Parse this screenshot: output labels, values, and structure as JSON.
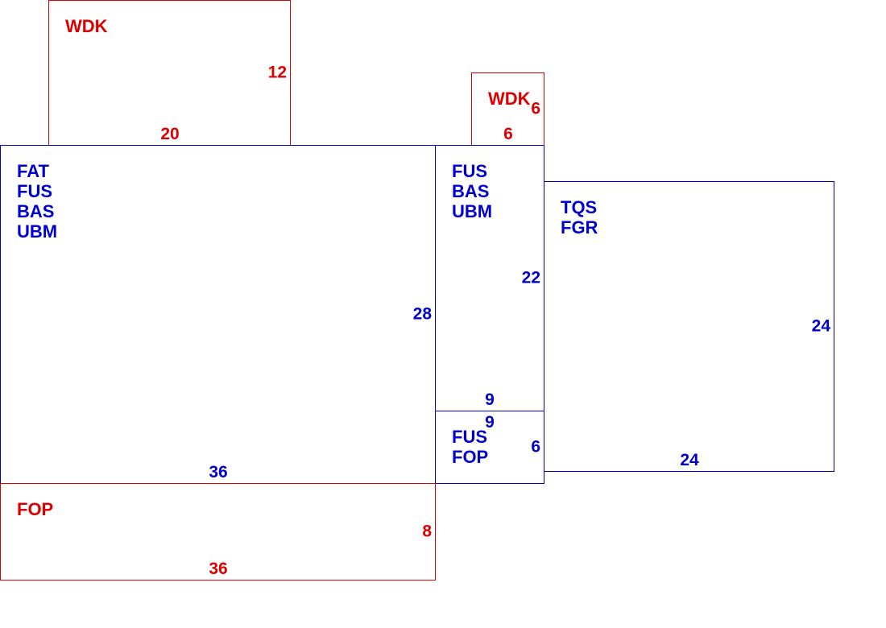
{
  "rooms": {
    "main": {
      "codes": [
        "FAT",
        "FUS",
        "BAS",
        "UBM"
      ],
      "width": "36",
      "height": "28",
      "color": "#0000cc"
    },
    "wdk_large": {
      "codes": [
        "WDK"
      ],
      "width": "20",
      "height": "12",
      "color": "#dd0000"
    },
    "wdk_small": {
      "codes": [
        "WDK"
      ],
      "width": "6",
      "height": "6",
      "color": "#dd0000"
    },
    "fus_bas_ubm": {
      "codes": [
        "FUS",
        "BAS",
        "UBM"
      ],
      "width": "9",
      "height": "22",
      "color": "#0000cc"
    },
    "fus_fop": {
      "codes": [
        "FUS",
        "FOP"
      ],
      "width": "9",
      "height": "6",
      "color": "#0000cc"
    },
    "tqs_fgr": {
      "codes": [
        "TQS",
        "FGR"
      ],
      "width": "24",
      "height": "24",
      "color": "#0000cc"
    },
    "fop": {
      "codes": [
        "FOP"
      ],
      "width": "36",
      "height": "8",
      "color": "#dd0000"
    }
  }
}
